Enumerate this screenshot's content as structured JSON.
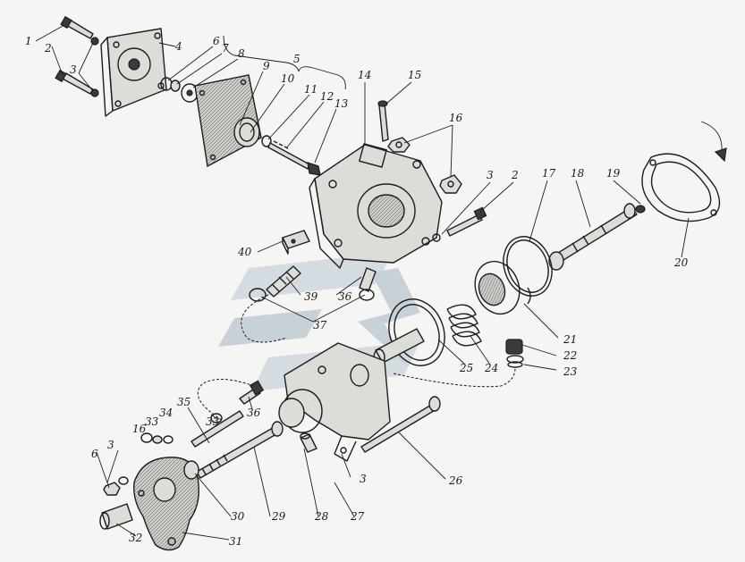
{
  "diagram": {
    "type": "exploded-assembly",
    "watermark_colors": [
      "#c9d3dc",
      "#b9c5d0"
    ],
    "callouts": [
      {
        "id": "c1",
        "label": "1"
      },
      {
        "id": "c2a",
        "label": "2"
      },
      {
        "id": "c3a",
        "label": "3"
      },
      {
        "id": "c4",
        "label": "4"
      },
      {
        "id": "c5",
        "label": "5"
      },
      {
        "id": "c6a",
        "label": "6"
      },
      {
        "id": "c7",
        "label": "7"
      },
      {
        "id": "c8",
        "label": "8"
      },
      {
        "id": "c9",
        "label": "9"
      },
      {
        "id": "c10",
        "label": "10"
      },
      {
        "id": "c11",
        "label": "11"
      },
      {
        "id": "c12",
        "label": "12"
      },
      {
        "id": "c13",
        "label": "13"
      },
      {
        "id": "c14",
        "label": "14"
      },
      {
        "id": "c15",
        "label": "15"
      },
      {
        "id": "c16a",
        "label": "16"
      },
      {
        "id": "c3b",
        "label": "3"
      },
      {
        "id": "c2b",
        "label": "2"
      },
      {
        "id": "c17",
        "label": "17"
      },
      {
        "id": "c18",
        "label": "18"
      },
      {
        "id": "c19",
        "label": "19"
      },
      {
        "id": "c20",
        "label": "20"
      },
      {
        "id": "c40",
        "label": "40"
      },
      {
        "id": "c39",
        "label": "39"
      },
      {
        "id": "c36a",
        "label": "36"
      },
      {
        "id": "c37",
        "label": "37"
      },
      {
        "id": "c21",
        "label": "21"
      },
      {
        "id": "c22",
        "label": "22"
      },
      {
        "id": "c23",
        "label": "23"
      },
      {
        "id": "c25",
        "label": "25"
      },
      {
        "id": "c24",
        "label": "24"
      },
      {
        "id": "c35",
        "label": "35"
      },
      {
        "id": "c33a",
        "label": "33"
      },
      {
        "id": "c36b",
        "label": "36"
      },
      {
        "id": "c16b",
        "label": "16"
      },
      {
        "id": "c33b",
        "label": "33"
      },
      {
        "id": "c34",
        "label": "34"
      },
      {
        "id": "c3c",
        "label": "3"
      },
      {
        "id": "c6b",
        "label": "6"
      },
      {
        "id": "c26",
        "label": "26"
      },
      {
        "id": "c3d",
        "label": "3"
      },
      {
        "id": "c30",
        "label": "30"
      },
      {
        "id": "c29",
        "label": "29"
      },
      {
        "id": "c28",
        "label": "28"
      },
      {
        "id": "c27",
        "label": "27"
      },
      {
        "id": "c32",
        "label": "32"
      },
      {
        "id": "c31",
        "label": "31"
      }
    ]
  }
}
